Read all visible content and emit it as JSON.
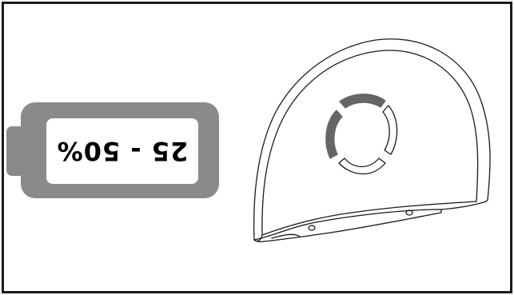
{
  "battery": {
    "level_label": "25 - 50%",
    "level_range_percent": [
      25,
      50
    ],
    "shell_color": "#8a8a8a",
    "face_color": "#ffffff"
  },
  "device": {
    "ring_segments": [
      {
        "name": "top",
        "state": "lit",
        "color": "#666666"
      },
      {
        "name": "right",
        "state": "off",
        "color": "#ffffff"
      },
      {
        "name": "bottom",
        "state": "off",
        "color": "#ffffff"
      },
      {
        "name": "left",
        "state": "lit",
        "color": "#666666"
      }
    ]
  }
}
